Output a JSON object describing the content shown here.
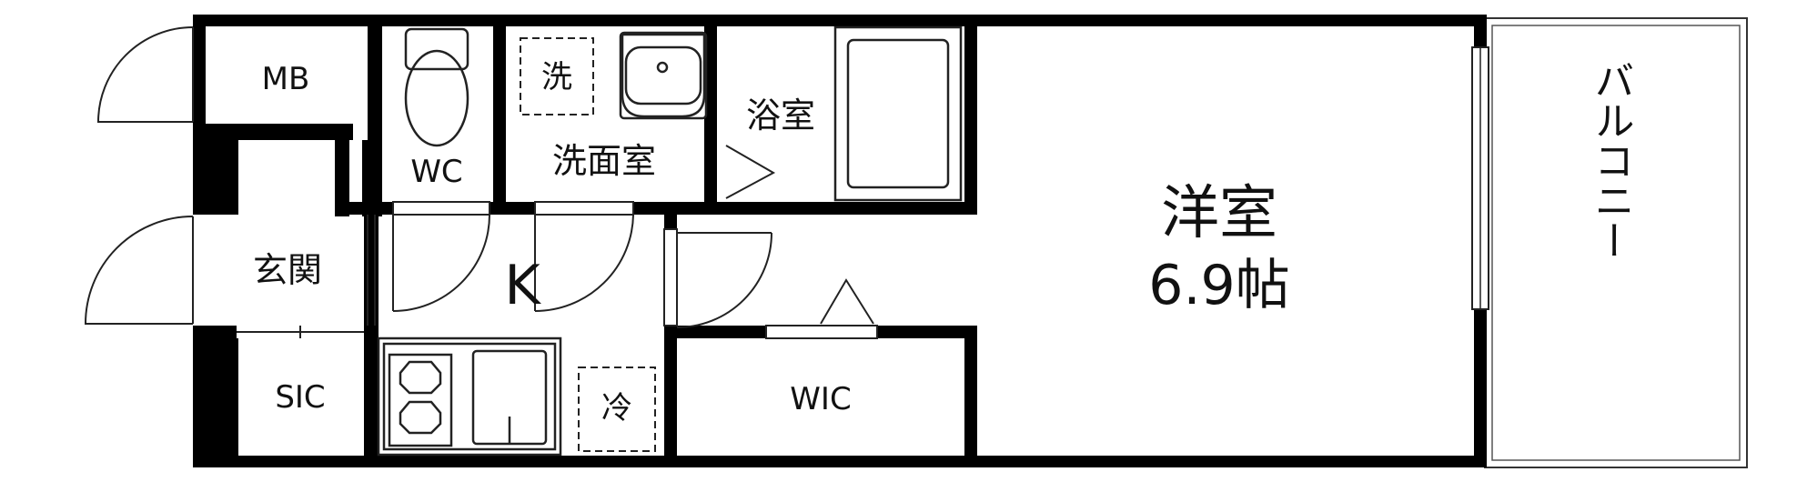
{
  "labels": {
    "mb": "MB",
    "wc": "WC",
    "wash_mark": "洗",
    "washroom": "洗面室",
    "bath": "浴室",
    "western_room": "洋室",
    "western_size": "6.9帖",
    "balcony": "バルコニー",
    "entrance": "玄関",
    "kitchen": "K",
    "sic": "SIC",
    "fridge": "冷",
    "wic": "WIC"
  },
  "colors": {
    "wall": "#000000",
    "line": "#222222",
    "background": "#ffffff"
  }
}
